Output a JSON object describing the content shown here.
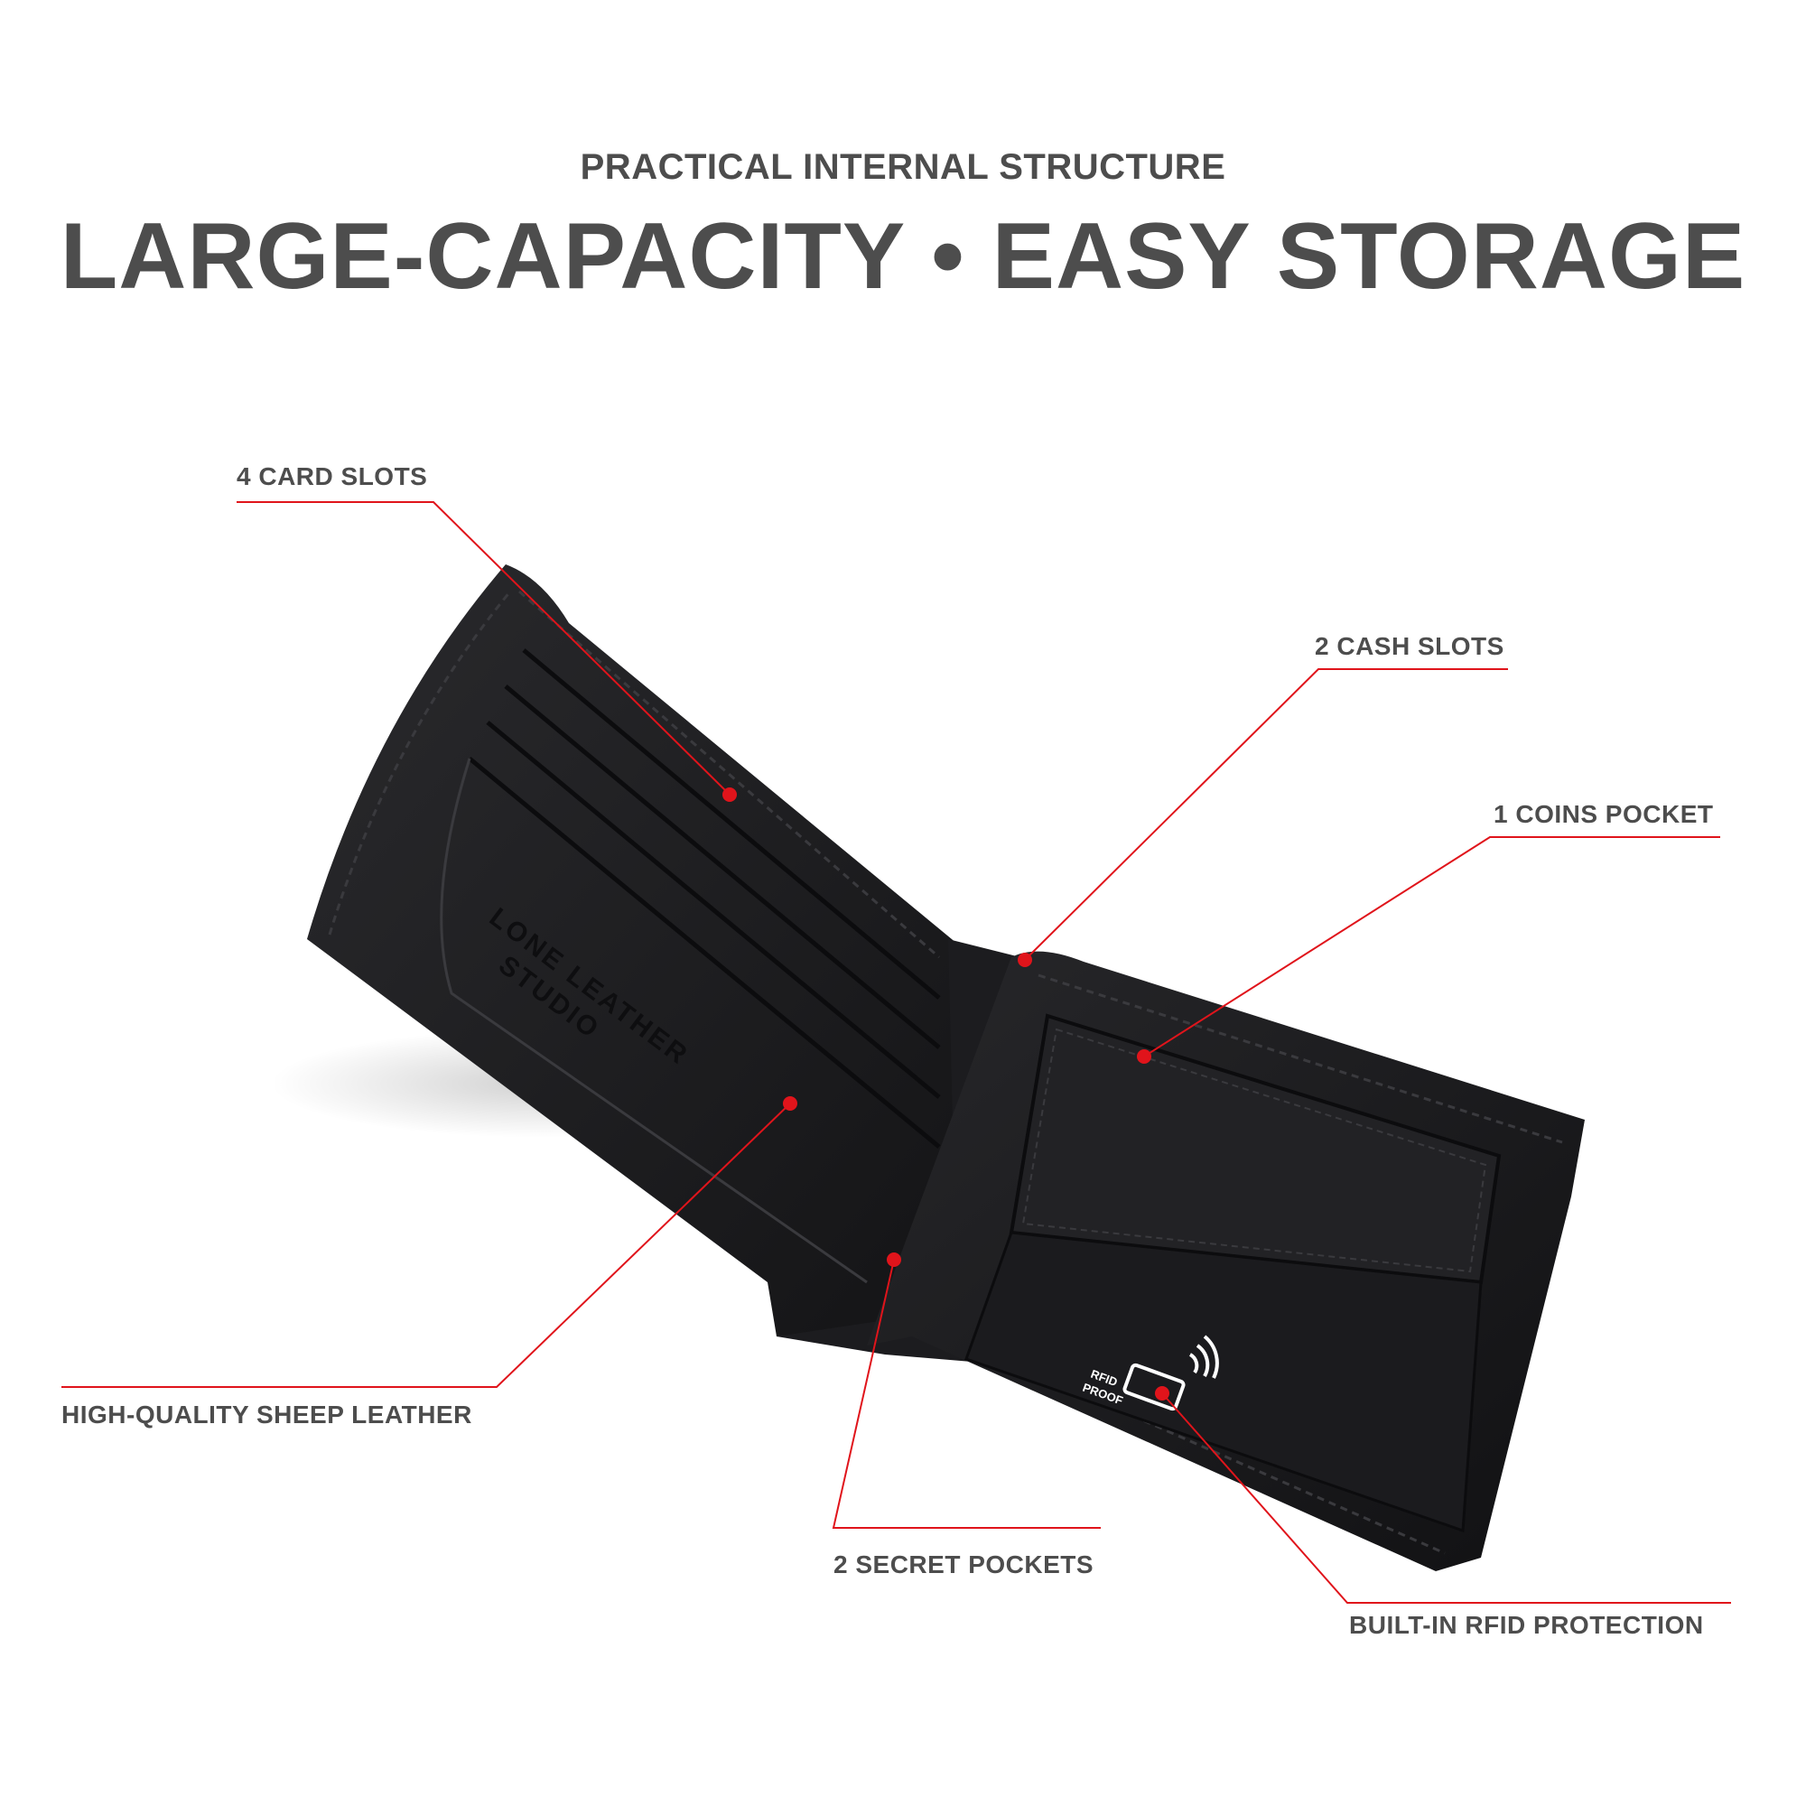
{
  "header": {
    "subtitle": "PRACTICAL INTERNAL STRUCTURE",
    "title": "LARGE-CAPACITY • EASY STORAGE"
  },
  "product": {
    "embossed_brand_line1": "LONE LEATHER",
    "embossed_brand_line2": "STUDIO",
    "rfid_badge_line1": "RFID",
    "rfid_badge_line2": "PROOF"
  },
  "callouts": [
    {
      "id": "card-slots",
      "label": "4 CARD SLOTS"
    },
    {
      "id": "cash-slots",
      "label": "2 CASH SLOTS"
    },
    {
      "id": "coins-pocket",
      "label": "1 COINS POCKET"
    },
    {
      "id": "sheep-leather",
      "label": "HIGH-QUALITY SHEEP LEATHER"
    },
    {
      "id": "secret-pockets",
      "label": "2 SECRET POCKETS"
    },
    {
      "id": "rfid-protection",
      "label": "BUILT-IN RFID PROTECTION"
    }
  ],
  "colors": {
    "text": "#4d4d4d",
    "accent": "#e0141b",
    "leather": "#1a1a1c",
    "background": "#ffffff"
  }
}
